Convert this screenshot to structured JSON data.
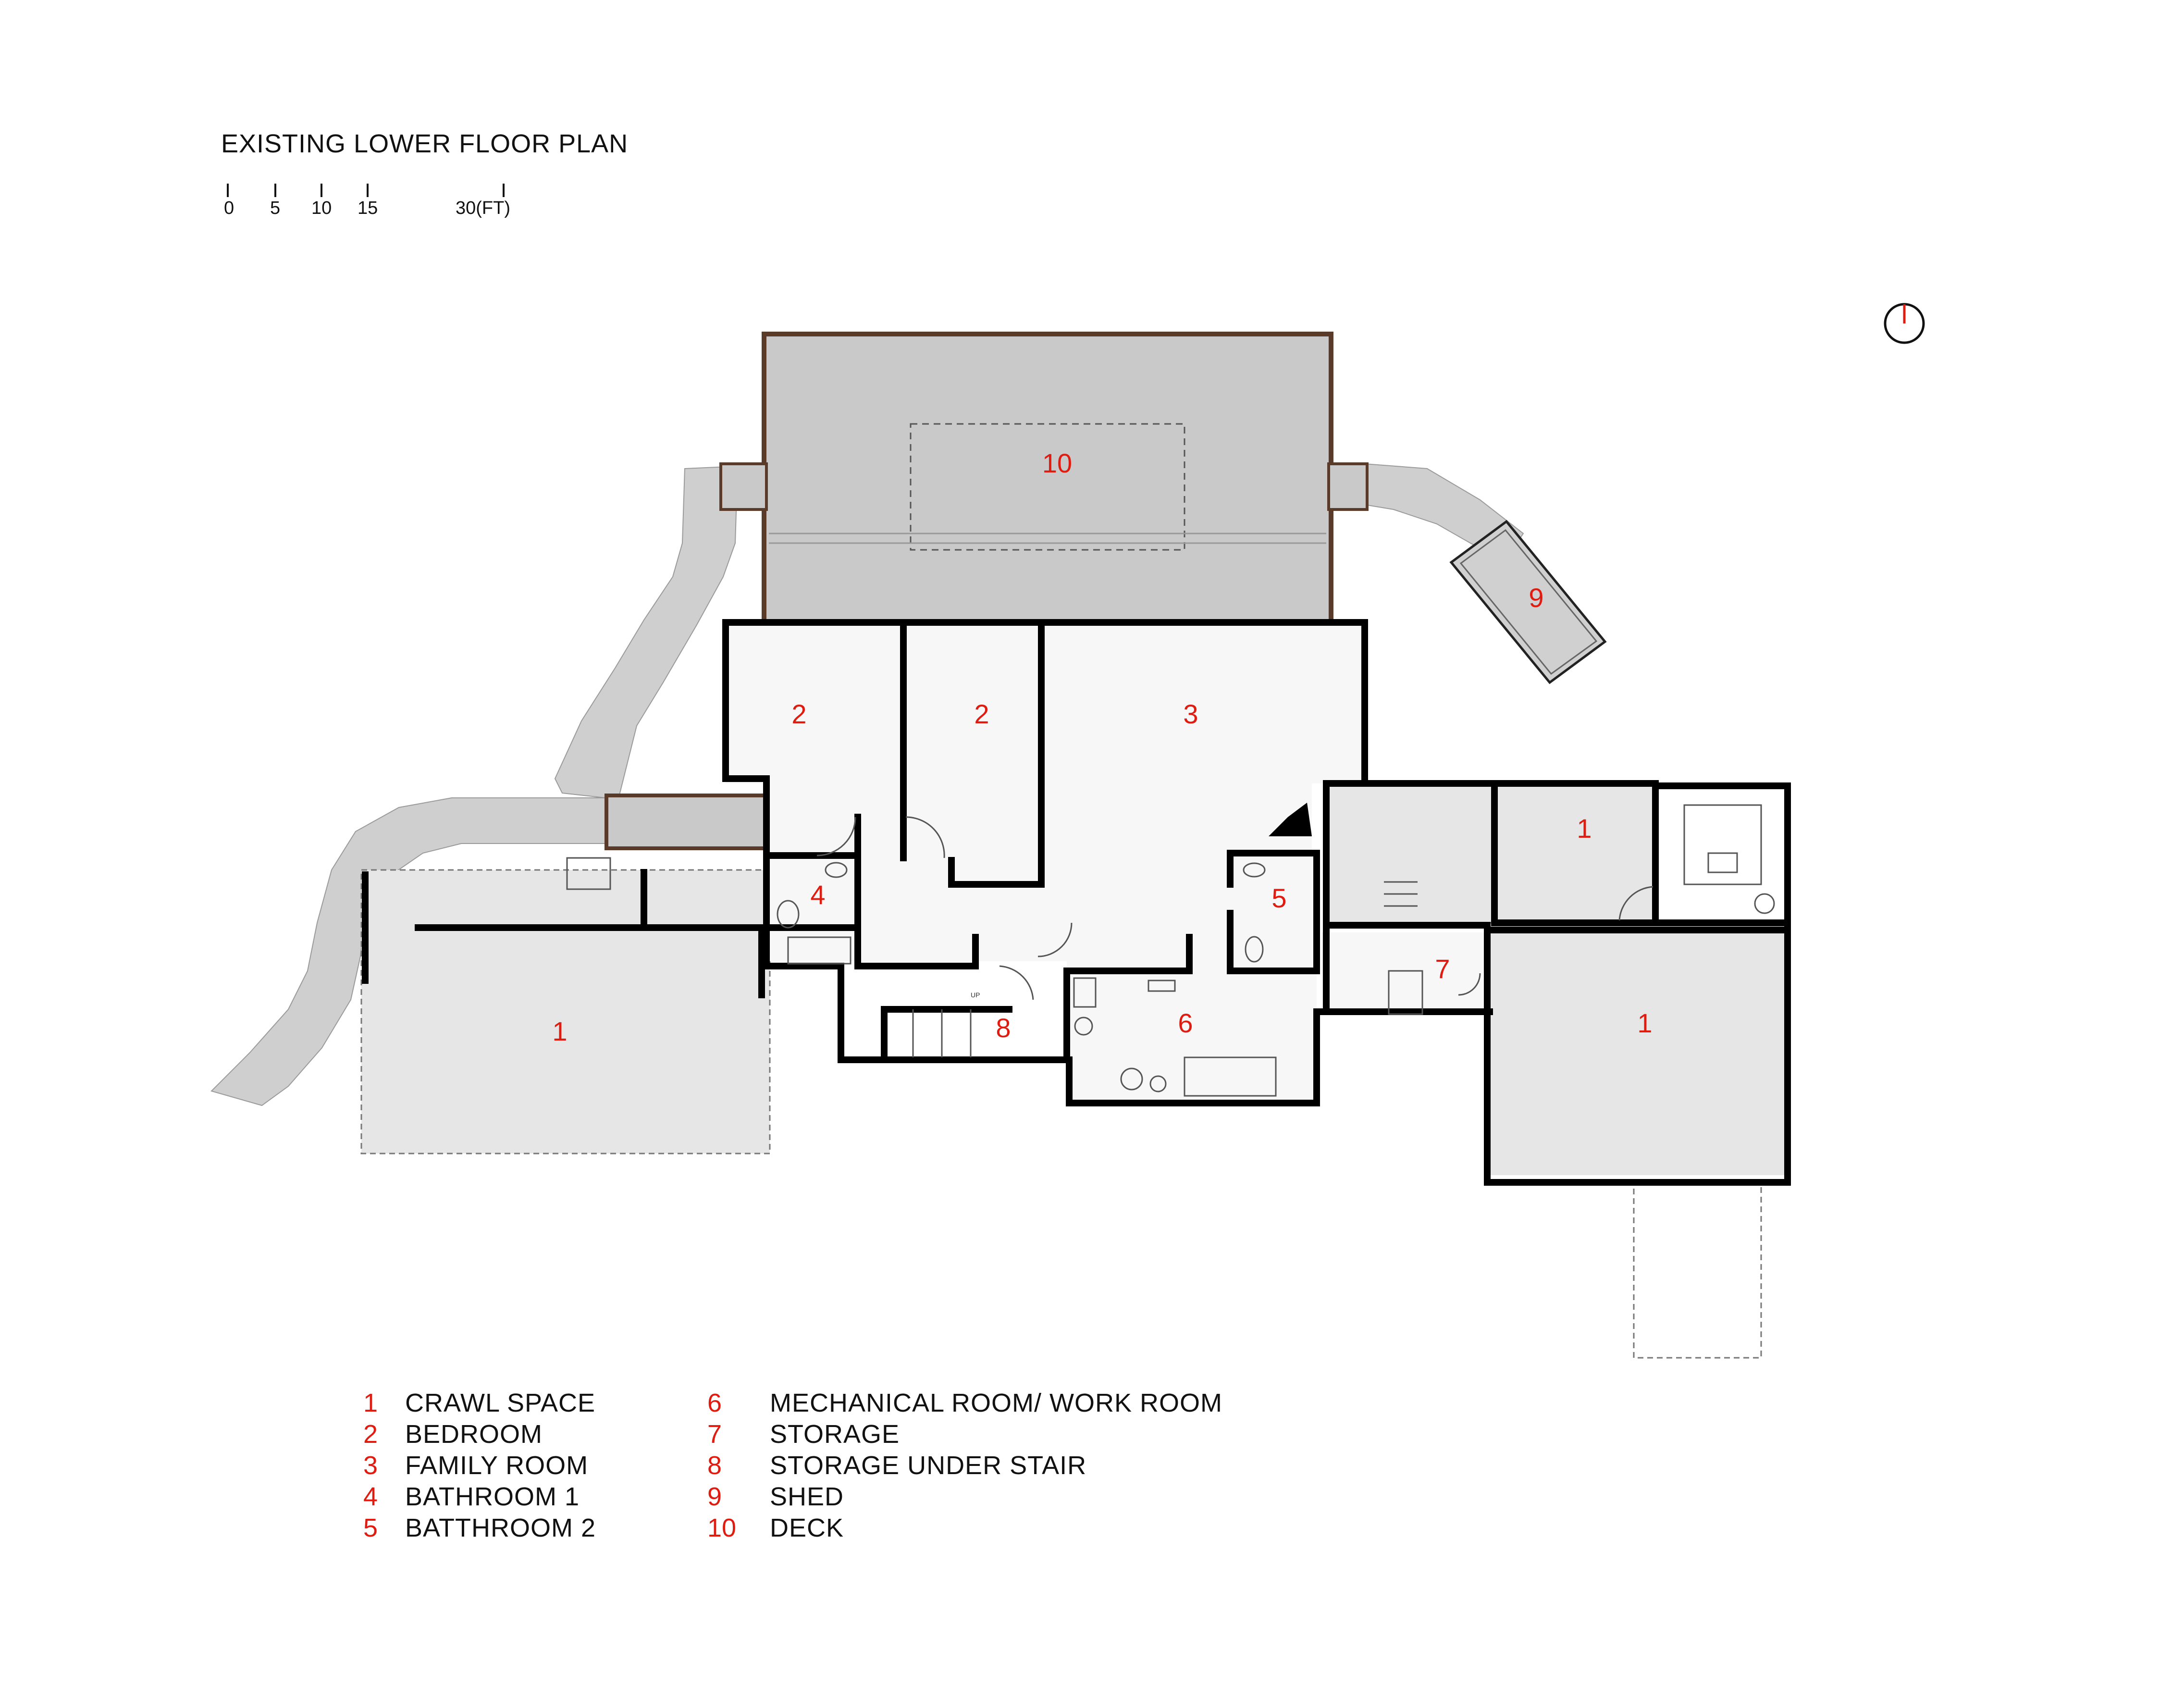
{
  "title": "EXISTING LOWER FLOOR PLAN",
  "scale": {
    "ticks": [
      "0",
      "5",
      "10",
      "15",
      "30(FT)"
    ]
  },
  "room_labels": {
    "deck": "10",
    "shed": "9",
    "bedroom_a": "2",
    "bedroom_b": "2",
    "family_room": "3",
    "crawl_ne": "1",
    "crawl_w": "1",
    "crawl_se": "1",
    "bath1": "4",
    "bath2": "5",
    "mechanical": "6",
    "storage": "7",
    "under_stair": "8",
    "stair_up": "UP"
  },
  "legend": [
    {
      "num": "1",
      "label": "CRAWL SPACE"
    },
    {
      "num": "2",
      "label": "BEDROOM"
    },
    {
      "num": "3",
      "label": "FAMILY ROOM"
    },
    {
      "num": "4",
      "label": "BATHROOM 1"
    },
    {
      "num": "5",
      "label": "BATTHROOM 2"
    },
    {
      "num": "6",
      "label": "MECHANICAL ROOM/ WORK ROOM"
    },
    {
      "num": "7",
      "label": "STORAGE"
    },
    {
      "num": "8",
      "label": "STORAGE UNDER STAIR"
    },
    {
      "num": "9",
      "label": "SHED"
    },
    {
      "num": "10",
      "label": "DECK"
    }
  ],
  "colors": {
    "label_red": "#e01b10",
    "wall": "#000000",
    "deck_fill": "#c9c9c9",
    "deck_border": "#5a3b2a",
    "path_fill": "#cfcfcf",
    "crawl_fill": "#e6e6e6",
    "room_fill": "#f7f7f7"
  },
  "icons": {
    "north_arrow": "north-arrow-icon"
  }
}
